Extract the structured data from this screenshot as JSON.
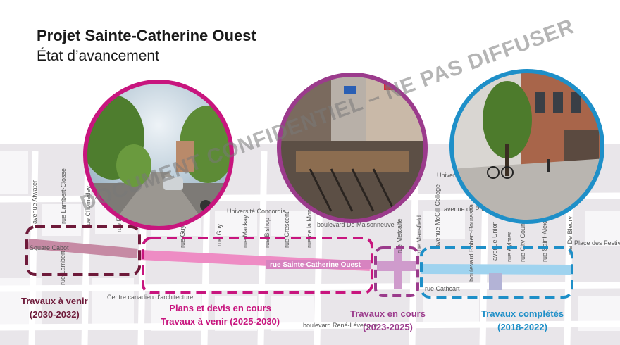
{
  "header": {
    "title": "Projet Sainte-Catherine Ouest",
    "subtitle": "État d’avancement"
  },
  "map": {
    "main_street": "rue Sainte-Catherine Ouest",
    "streets": {
      "atwater": "avenue Atwater",
      "lambert_closse": "rue Lambert-Closse",
      "chomedey": "rue Chomedey",
      "fort": "rue Fort",
      "guy": "rue Guy",
      "mackay": "rue Mackay",
      "bishop": "rue Bishop",
      "crescent": "rue Crescent",
      "montagne": "rue de la Montagne",
      "maisonneuve": "boulevard De Maisonneuve",
      "metcalfe": "rue Metcalfe",
      "mansfield": "rue Mansfield",
      "mcgill_college": "avenue McGill College",
      "president_kennedy": "avenue du Président-Kennedy",
      "robert_bourassa": "boulevard Robert-Bourassa",
      "union": "avenue Union",
      "aylmer": "rue Aylmer",
      "city_councillors": "rue City Councillors",
      "saint_alexandre": "rue Saint-Alexandre",
      "bleury": "rue De Bleury",
      "cathcart": "rue Cathcart",
      "rene_levesque": "boulevard René-Lévesque",
      "avenue_fragment": "avenue",
      "lambert_fragment": "rue Lambert-"
    },
    "places": {
      "square_cabot": "Square Cabot",
      "concordia": "Université Concordia",
      "mcgill": "Université McGill",
      "festivals": "Place des Festivals",
      "cca": "Centre canadien d'architecture"
    }
  },
  "watermark": "DOCUMENT CONFIDENTIEL – NE PAS DIFFUSER",
  "phases": [
    {
      "id": "future",
      "line1": "Travaux à venir",
      "line2": "(2030-2032)",
      "color": "#6e1a3a"
    },
    {
      "id": "planning",
      "line1": "Plans et devis en cours",
      "line2": "Travaux à venir (2025-2030)",
      "color": "#c8157e"
    },
    {
      "id": "ongoing",
      "line1": "Travaux en cours",
      "line2": "(2023-2025)",
      "color": "#9b3b8c"
    },
    {
      "id": "done",
      "line1": "Travaux complétés",
      "line2": "(2018-2022)",
      "color": "#1e8fc8"
    }
  ],
  "photos": [
    {
      "id": "rendering",
      "ring": "#c8157e"
    },
    {
      "id": "construction",
      "ring": "#9b3b8c"
    },
    {
      "id": "completed",
      "ring": "#1e8fc8"
    }
  ]
}
